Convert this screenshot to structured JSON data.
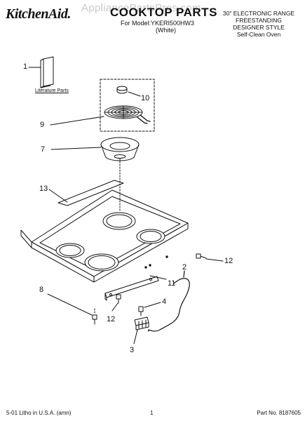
{
  "header": {
    "brand": "KitchenAid.",
    "watermark": "AppliancePartsPros.com",
    "title": "COOKTOP PARTS",
    "model_line": "For Model:YKERI500HW3",
    "color_line": "(White)",
    "spec_lines": [
      "30\" ELECTRONIC RANGE",
      "FREESTANDING",
      "DESIGNER STYLE",
      "Self-Clean Oven"
    ]
  },
  "literature_label": "Literature Parts",
  "callouts": [
    "1",
    "10",
    "9",
    "7",
    "13",
    "12",
    "2",
    "11",
    "4",
    "8",
    "12",
    "3"
  ],
  "footer": {
    "left": "5-01 Litho in U.S.A. (amn)",
    "center": "1",
    "right": "Part No. 8187605"
  },
  "colors": {
    "line": "#111111",
    "watermark": "#b8b8b8",
    "background": "#ffffff"
  }
}
